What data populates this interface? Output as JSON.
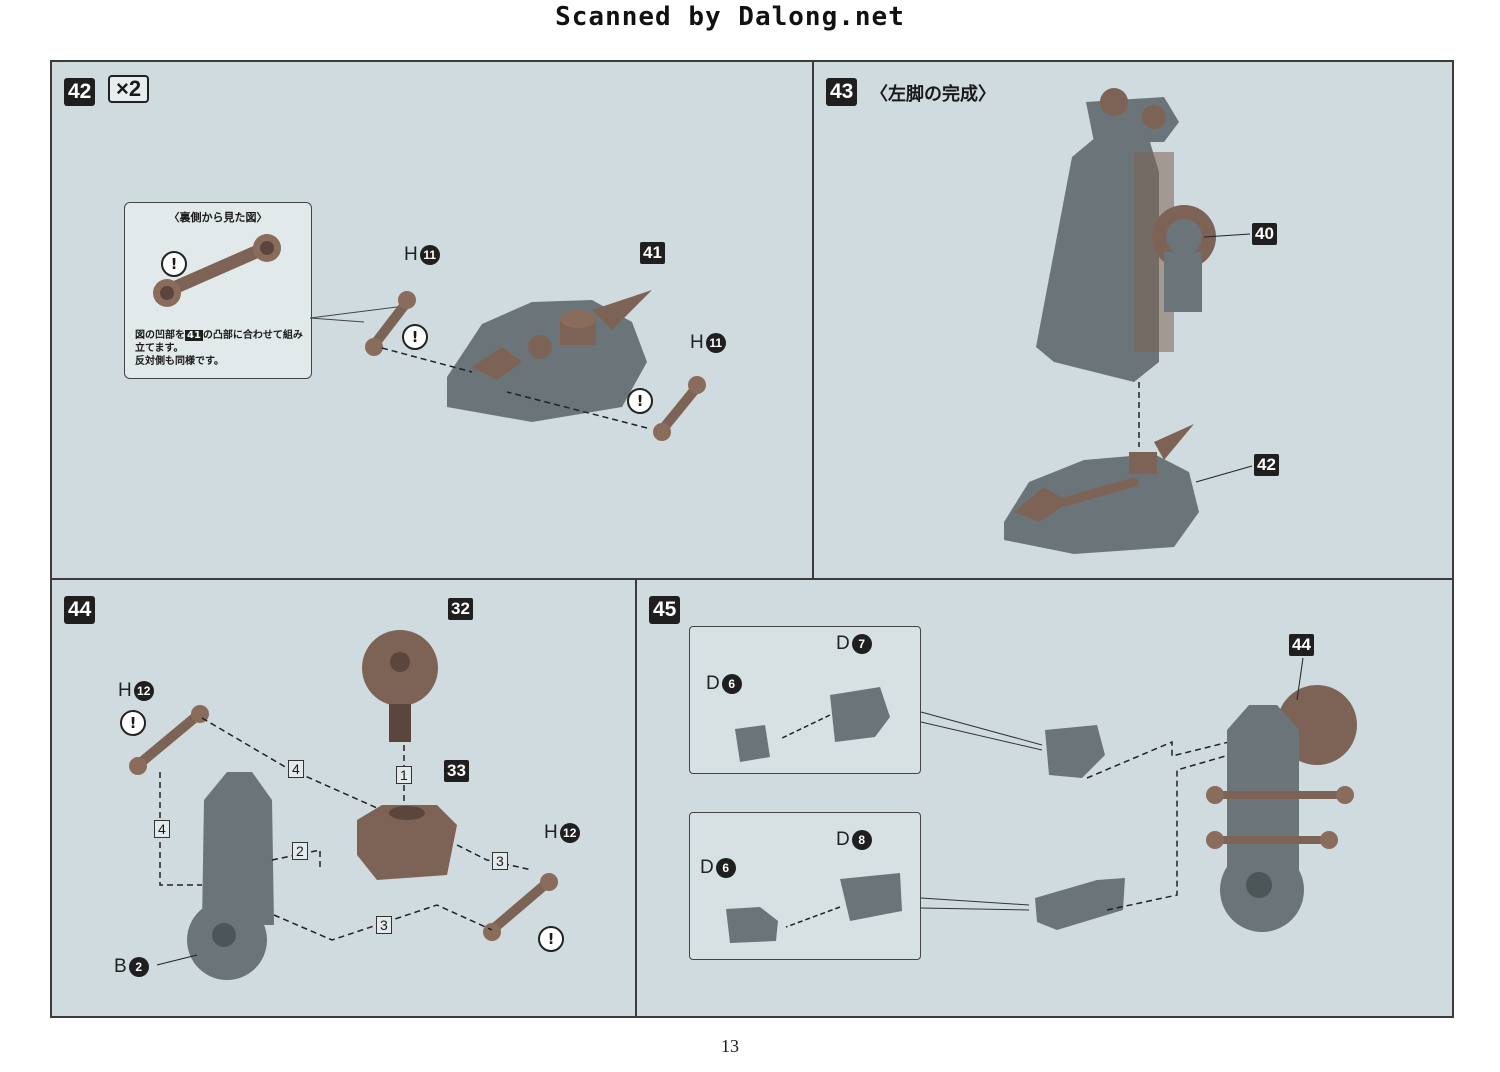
{
  "header": "Scanned by Dalong.net",
  "page_number": "13",
  "step42": {
    "number": "42",
    "multiplier": "×2",
    "detail_title": "〈裏側から見た図〉",
    "detail_note_1": "図の凹部を",
    "detail_note_ref": "41",
    "detail_note_2": "の凸部に合わせて組み立てます。",
    "detail_note_3": "反対側も同様です。",
    "part_ref": "41",
    "runner_left": {
      "letter": "H",
      "num": "11"
    },
    "runner_right": {
      "letter": "H",
      "num": "11"
    },
    "warning": "!"
  },
  "step43": {
    "number": "43",
    "title": "〈左脚の完成〉",
    "ref_top": "40",
    "ref_bottom": "42"
  },
  "step44": {
    "number": "44",
    "ref_32": "32",
    "ref_33": "33",
    "runner_left": {
      "letter": "H",
      "num": "12"
    },
    "runner_right": {
      "letter": "H",
      "num": "12"
    },
    "runner_b": {
      "letter": "B",
      "num": "2"
    },
    "seq1": "1",
    "seq2": "2",
    "seq3a": "3",
    "seq3b": "3",
    "seq4a": "4",
    "seq4b": "4",
    "warning": "!"
  },
  "step45": {
    "number": "45",
    "ref_44": "44",
    "top_box": {
      "d_left": {
        "letter": "D",
        "num": "6"
      },
      "d_right": {
        "letter": "D",
        "num": "7"
      }
    },
    "bottom_box": {
      "d_left": {
        "letter": "D",
        "num": "6"
      },
      "d_right": {
        "letter": "D",
        "num": "8"
      }
    }
  },
  "colors": {
    "panel_bg": "#cfdbde",
    "part_gray": "#6b7579",
    "part_brown": "#7d6355"
  }
}
